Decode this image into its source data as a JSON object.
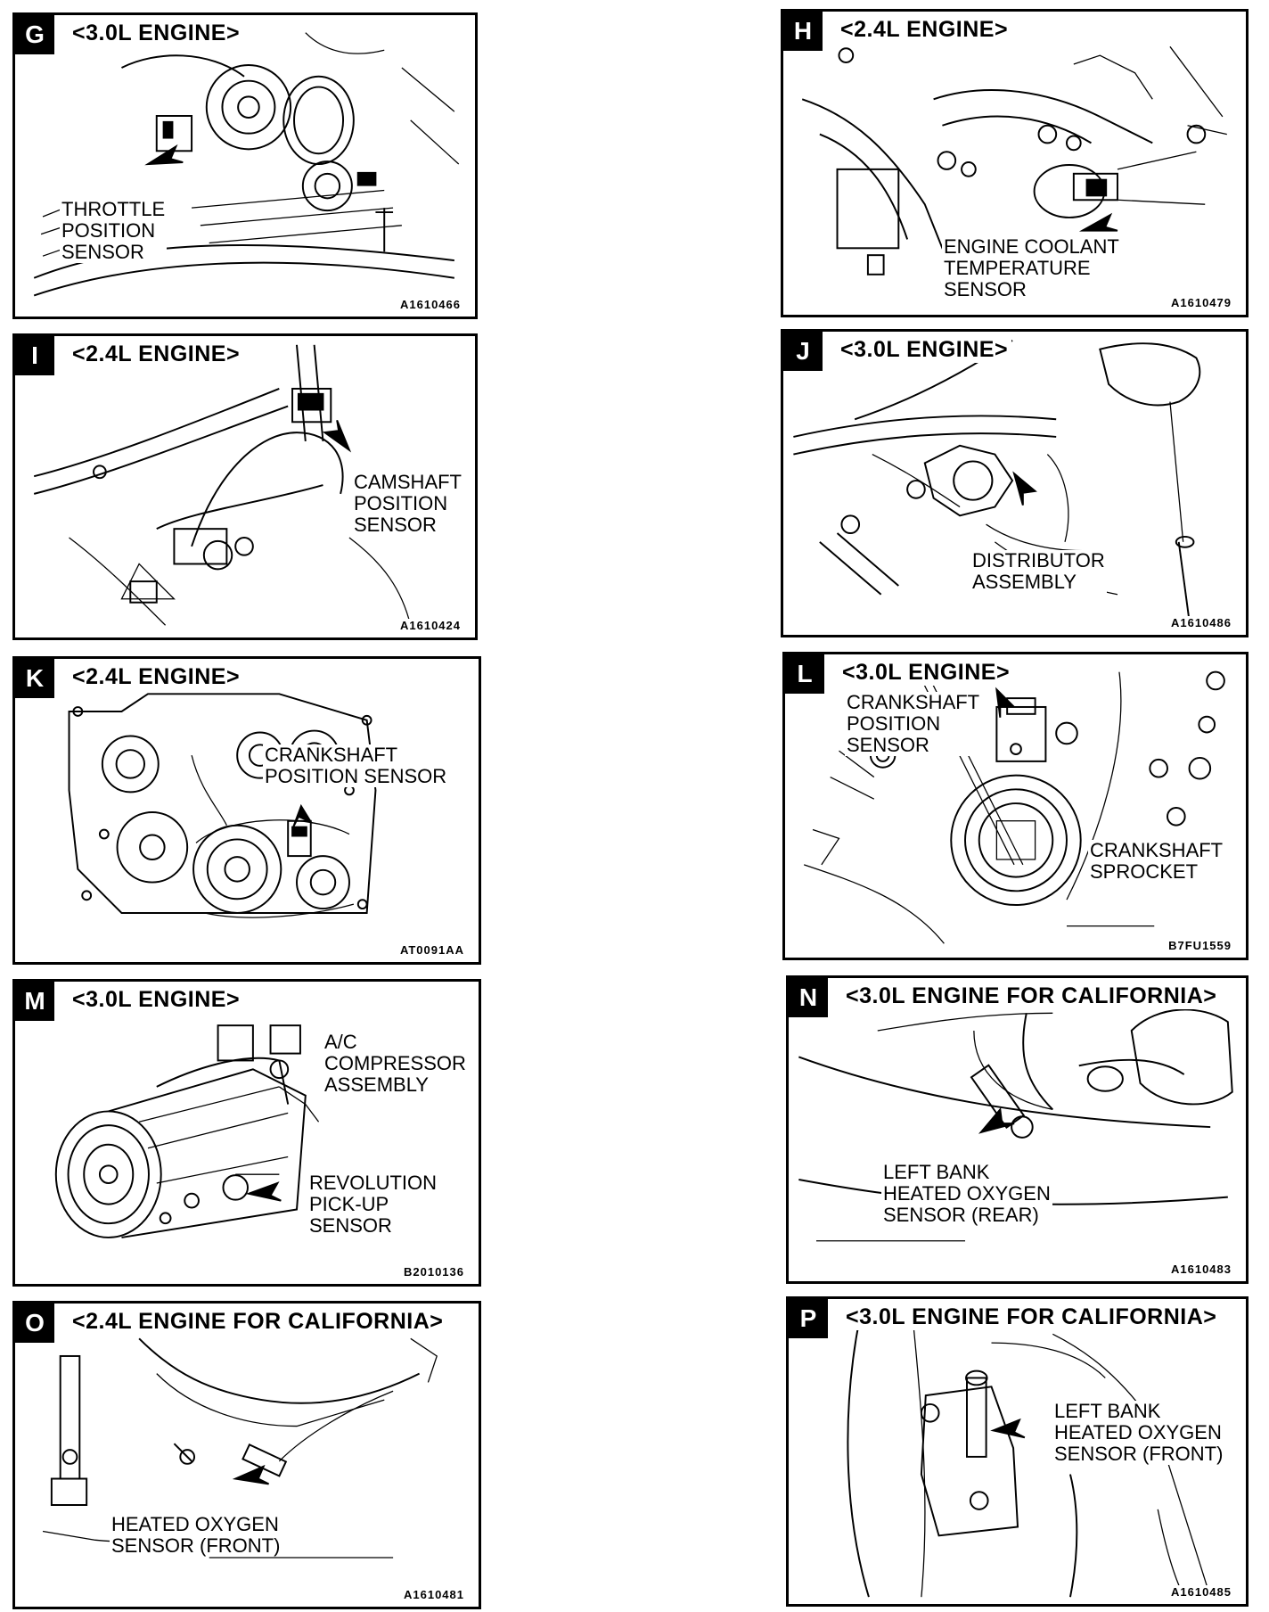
{
  "panels": [
    {
      "letter": "G",
      "title": "<3.0L ENGINE>",
      "label": [
        "THROTTLE",
        "POSITION",
        "SENSOR"
      ],
      "code": "A1610466"
    },
    {
      "letter": "H",
      "title": "<2.4L ENGINE>",
      "label": [
        "ENGINE COOLANT",
        "TEMPERATURE",
        "SENSOR"
      ],
      "code": "A1610479"
    },
    {
      "letter": "I",
      "title": "<2.4L ENGINE>",
      "label": [
        "CAMSHAFT",
        "POSITION",
        "SENSOR"
      ],
      "code": "A1610424"
    },
    {
      "letter": "J",
      "title": "<3.0L ENGINE>",
      "label": [
        "DISTRIBUTOR",
        "ASSEMBLY"
      ],
      "code": "A1610486"
    },
    {
      "letter": "K",
      "title": "<2.4L ENGINE>",
      "label": [
        "CRANKSHAFT",
        "POSITION SENSOR"
      ],
      "code": "AT0091AA"
    },
    {
      "letter": "L",
      "title": "<3.0L ENGINE>",
      "label": [
        "CRANKSHAFT",
        "POSITION",
        "SENSOR"
      ],
      "label2": [
        "CRANKSHAFT",
        "SPROCKET"
      ],
      "code": "B7FU1559"
    },
    {
      "letter": "M",
      "title": "<3.0L ENGINE>",
      "label": [
        "A/C",
        "COMPRESSOR",
        "ASSEMBLY"
      ],
      "label2": [
        "REVOLUTION",
        "PICK-UP",
        "SENSOR"
      ],
      "code": "B2010136"
    },
    {
      "letter": "N",
      "title": "<3.0L ENGINE FOR CALIFORNIA>",
      "label": [
        "LEFT BANK",
        "HEATED OXYGEN",
        "SENSOR (REAR)"
      ],
      "code": "A1610483"
    },
    {
      "letter": "O",
      "title": "<2.4L ENGINE FOR CALIFORNIA>",
      "label": [
        "HEATED OXYGEN",
        "SENSOR (FRONT)"
      ],
      "code": "A1610481"
    },
    {
      "letter": "P",
      "title": "<3.0L ENGINE FOR CALIFORNIA>",
      "label": [
        "LEFT BANK",
        "HEATED OXYGEN",
        "SENSOR (FRONT)"
      ],
      "code": "A1610485"
    }
  ]
}
